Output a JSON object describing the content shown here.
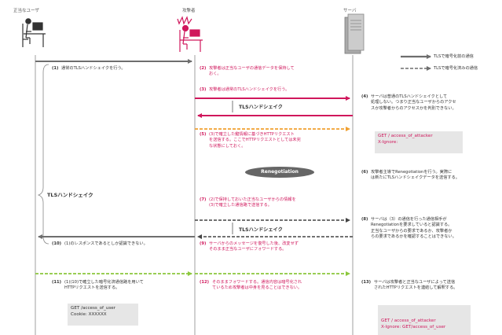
{
  "actors": {
    "user": "正当なユーザ",
    "attacker": "攻撃者",
    "server": "サーバ"
  },
  "legend": {
    "before": "TLSで暗号化前の通信",
    "after": "TLSで暗号化済みの通信"
  },
  "colors": {
    "gray": "#6e6e6e",
    "red": "#d0175c",
    "orange": "#f0a030",
    "green": "#8cc83c",
    "box": "#e6e6e6"
  },
  "labels": {
    "tls_handshake_big": "TLSハンドシェイク",
    "tls_handshake_1": "TLSハンドシェイク",
    "tls_handshake_2": "TLSハンドシェイク",
    "renegotiation": "Renegotiation"
  },
  "steps": [
    {
      "num": "(1)",
      "lines": [
        "通常のTLSハンドシェイクを行う。"
      ]
    },
    {
      "num": "(2)",
      "lines": [
        "攻撃者は正当なユーザの通信データを保持して",
        "おく。"
      ]
    },
    {
      "num": "(3)",
      "lines": [
        "攻撃者は通常のTLSハンドシェイクを行う。"
      ]
    },
    {
      "num": "(4)",
      "lines": [
        "サーバは普通のTLSハンドシェイクとして",
        "処理しない。つまり正当なユーザからのアクセ",
        "スか攻撃者からのアクセスかを判別できない。"
      ]
    },
    {
      "num": "(5)",
      "lines": [
        "(3)で確立した鍵情報に基づきHTTPリクエスト",
        "を送信する。ここでHTTPリクエストとしては未完",
        "な状態にしておく。"
      ]
    },
    {
      "num": "(6)",
      "lines": [
        "攻撃者主導でRenegotiationを行う。実際に",
        "は新たにTLSハンドシェイクデータを送信する。"
      ]
    },
    {
      "num": "(7)",
      "lines": [
        "(2)で保持しておいた正当なユーザからの情報を",
        "(3)で確立した通信路で送信する。"
      ]
    },
    {
      "num": "(8)",
      "lines": [
        "サーバは（3）の通信を行った通信相手が",
        "Renegotiationを要求していると認識する。",
        "正当なユーザからの要求であるか、攻撃者か",
        "らの要求であるかを確認することはできない。"
      ]
    },
    {
      "num": "(9)",
      "lines": [
        "サーバからのメッセージを復号した後、改変せず",
        "そのまま正当なユーザにフォワードする。"
      ]
    },
    {
      "num": "(10)",
      "lines": [
        "(1)のレスポンスであるとしか認識できない。"
      ]
    },
    {
      "num": "(11)",
      "lines": [
        "(1)(10)で確立した暗号化済通信路を用いて",
        "HTTPリクエストを送信する。"
      ]
    },
    {
      "num": "(12)",
      "lines": [
        "そのままフォワードする。通信内容は暗号化され",
        "ているため攻撃者は中身を見ることはできない。"
      ]
    },
    {
      "num": "(13)",
      "lines": [
        "サーバは攻撃者と正当なユーザによって送信",
        "されたHTTPリクエストを連結して解釈する。"
      ]
    }
  ],
  "boxes": {
    "attacker_req": [
      "GET / access_of_attacker",
      "X-Ignore:"
    ],
    "user_req": [
      "GET /access_of_user",
      "Cookie: XXXXXX"
    ],
    "combined": [
      "GET / access_of_attacker",
      "X-Ignore: GET/access_of_user"
    ]
  }
}
